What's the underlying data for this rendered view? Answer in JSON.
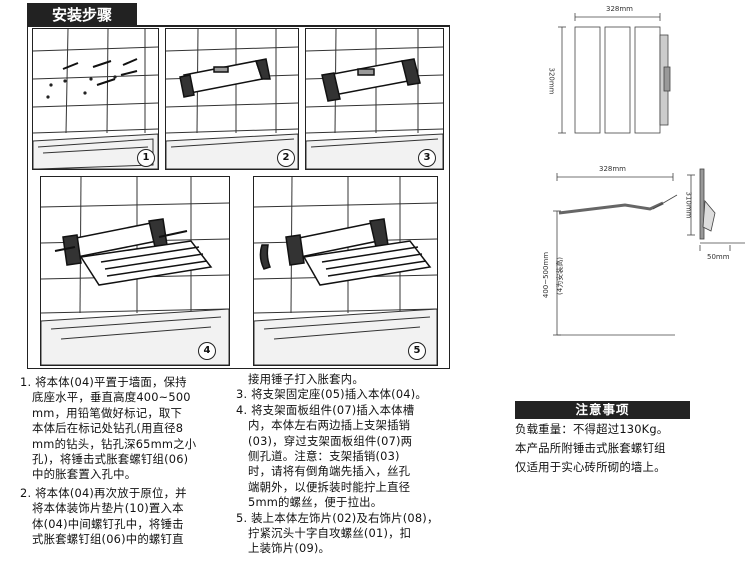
{
  "header": {
    "title": "安装步骤"
  },
  "panels": [
    {
      "number": "1"
    },
    {
      "number": "2"
    },
    {
      "number": "3"
    },
    {
      "number": "4"
    },
    {
      "number": "5"
    }
  ],
  "instructions": {
    "step1": [
      "1. 将本体(04)平置于墙面，保持",
      "底座水平，垂直高度400~500",
      "mm，用铅笔做好标记，取下",
      "本体后在标记处钻孔(用直径8",
      "mm的钻头，钻孔深65mm之小",
      "孔)，将锤击式胀套螺钉组(06)",
      "中的胀套置入孔中。"
    ],
    "step2": [
      "2. 将本体(04)再次放于原位，并",
      "将本体装饰片垫片(10)置入本",
      "体(04)中间螺钉孔中，将锤击",
      "式胀套螺钉组(06)中的螺钉直"
    ],
    "col2": [
      "接用锤子打入胀套内。",
      "3. 将支架固定座(05)插入本体(04)。",
      "4. 将支架面板组件(07)插入本体槽",
      "内，本体左右两边插上支架插销",
      "(03)，穿过支架面板组件(07)两",
      "侧孔道。注意：支架插销(03)",
      "时，请将有倒角端先插入，丝孔",
      "端朝外，以便拆装时能拧上直径",
      "5mm的螺丝，便于拉出。",
      "5. 装上本体左饰片(02)及右饰片(08)，",
      "拧紧沉头十字自攻螺丝(01)，扣",
      "上装饰片(09)。"
    ]
  },
  "notice": {
    "title": "注意事项",
    "lines": [
      "负载重量：不得超过130Kg。",
      "本产品所附锤击式胀套螺钉组",
      "仅适用于实心砖所砌的墙上。"
    ]
  },
  "dimensions": {
    "top_width": "328mm",
    "top_height": "320mm",
    "side_width": "328mm",
    "side_height": "310mm",
    "side_depth": "50mm",
    "floor_height": "400~500mm",
    "floor_note": "(4为安装高)"
  }
}
